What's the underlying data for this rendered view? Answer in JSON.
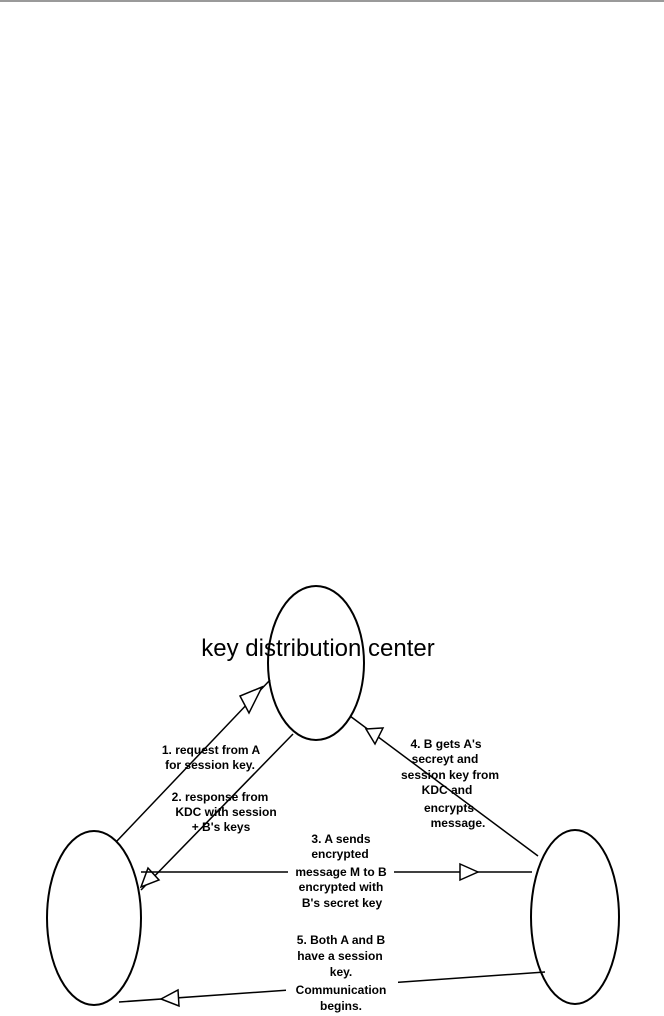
{
  "diagram": {
    "nodes": {
      "kdc": {
        "label": "key distribution center"
      },
      "a": {
        "label": ""
      },
      "b": {
        "label": ""
      }
    },
    "edges": [
      {
        "id": "step1",
        "from": "a",
        "to": "kdc",
        "lines": [
          "1. request from A",
          "for session key."
        ]
      },
      {
        "id": "step2",
        "from": "kdc",
        "to": "a",
        "lines": [
          "2. response from",
          "KDC with session",
          "+ B's keys"
        ]
      },
      {
        "id": "step3",
        "from": "a",
        "to": "b",
        "lines": [
          "3. A sends",
          "encrypted",
          "message M to B",
          "encrypted with",
          "B's secret key"
        ]
      },
      {
        "id": "step4",
        "from": "b",
        "to": "kdc",
        "lines": [
          "4. B gets A's",
          "secreyt and",
          "session key from",
          "KDC and",
          "encrypts",
          "message."
        ]
      },
      {
        "id": "step5",
        "from": "b",
        "to": "a",
        "lines": [
          "5. Both A and B",
          "have a session",
          "key.",
          "Communication",
          "begins."
        ]
      }
    ]
  },
  "colors": {
    "stroke": "#000000",
    "background": "#ffffff",
    "top_rule": "#9a9a9a"
  }
}
